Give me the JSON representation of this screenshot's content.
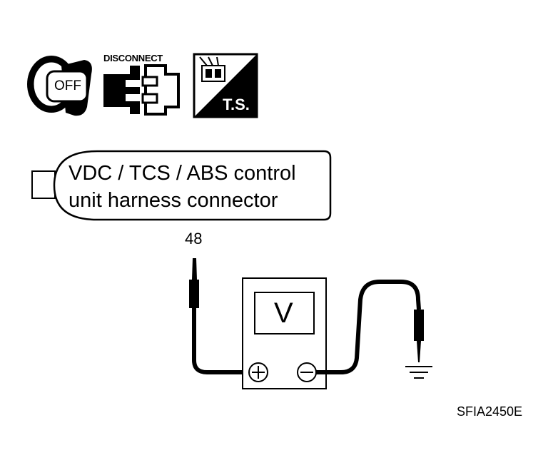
{
  "icons": {
    "ignition_label": "OFF",
    "disconnect_label": "DISCONNECT",
    "ts_label": "T.S."
  },
  "connector": {
    "line1": "VDC / TCS / ABS control",
    "line2": "unit harness connector"
  },
  "probe": {
    "terminal": "48"
  },
  "meter": {
    "display": "V"
  },
  "figure_code": "SFIA2450E"
}
